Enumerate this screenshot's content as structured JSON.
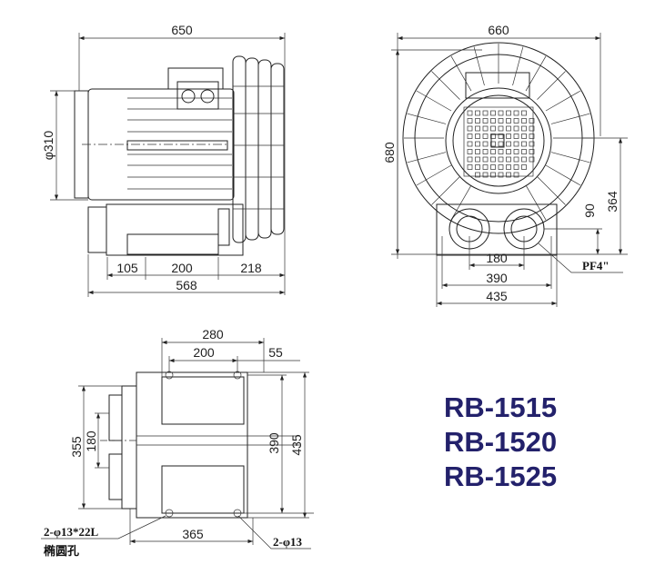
{
  "side_view": {
    "overall_length": "650",
    "motor_diameter": "φ310",
    "seg_a": "105",
    "seg_b": "200",
    "seg_c": "218",
    "base_length": "568"
  },
  "front_view": {
    "width": "660",
    "height": "680",
    "port_spacing": "180",
    "mount_390": "390",
    "mount_435": "435",
    "port_height": "90",
    "center_height": "364",
    "port_label": "PF4\""
  },
  "bottom_view": {
    "top_280": "280",
    "top_200": "200",
    "top_55": "55",
    "left_355": "355",
    "left_180": "180",
    "right_390": "390",
    "right_435": "435",
    "bottom_365": "365",
    "slot_label": "2-φ13*22L",
    "slot_label_cn": "椭圆孔",
    "hole_label": "2-φ13"
  },
  "models": [
    "RB-1515",
    "RB-1520",
    "RB-1525"
  ],
  "colors": {
    "model_text": "#23216b",
    "line": "#222222"
  }
}
